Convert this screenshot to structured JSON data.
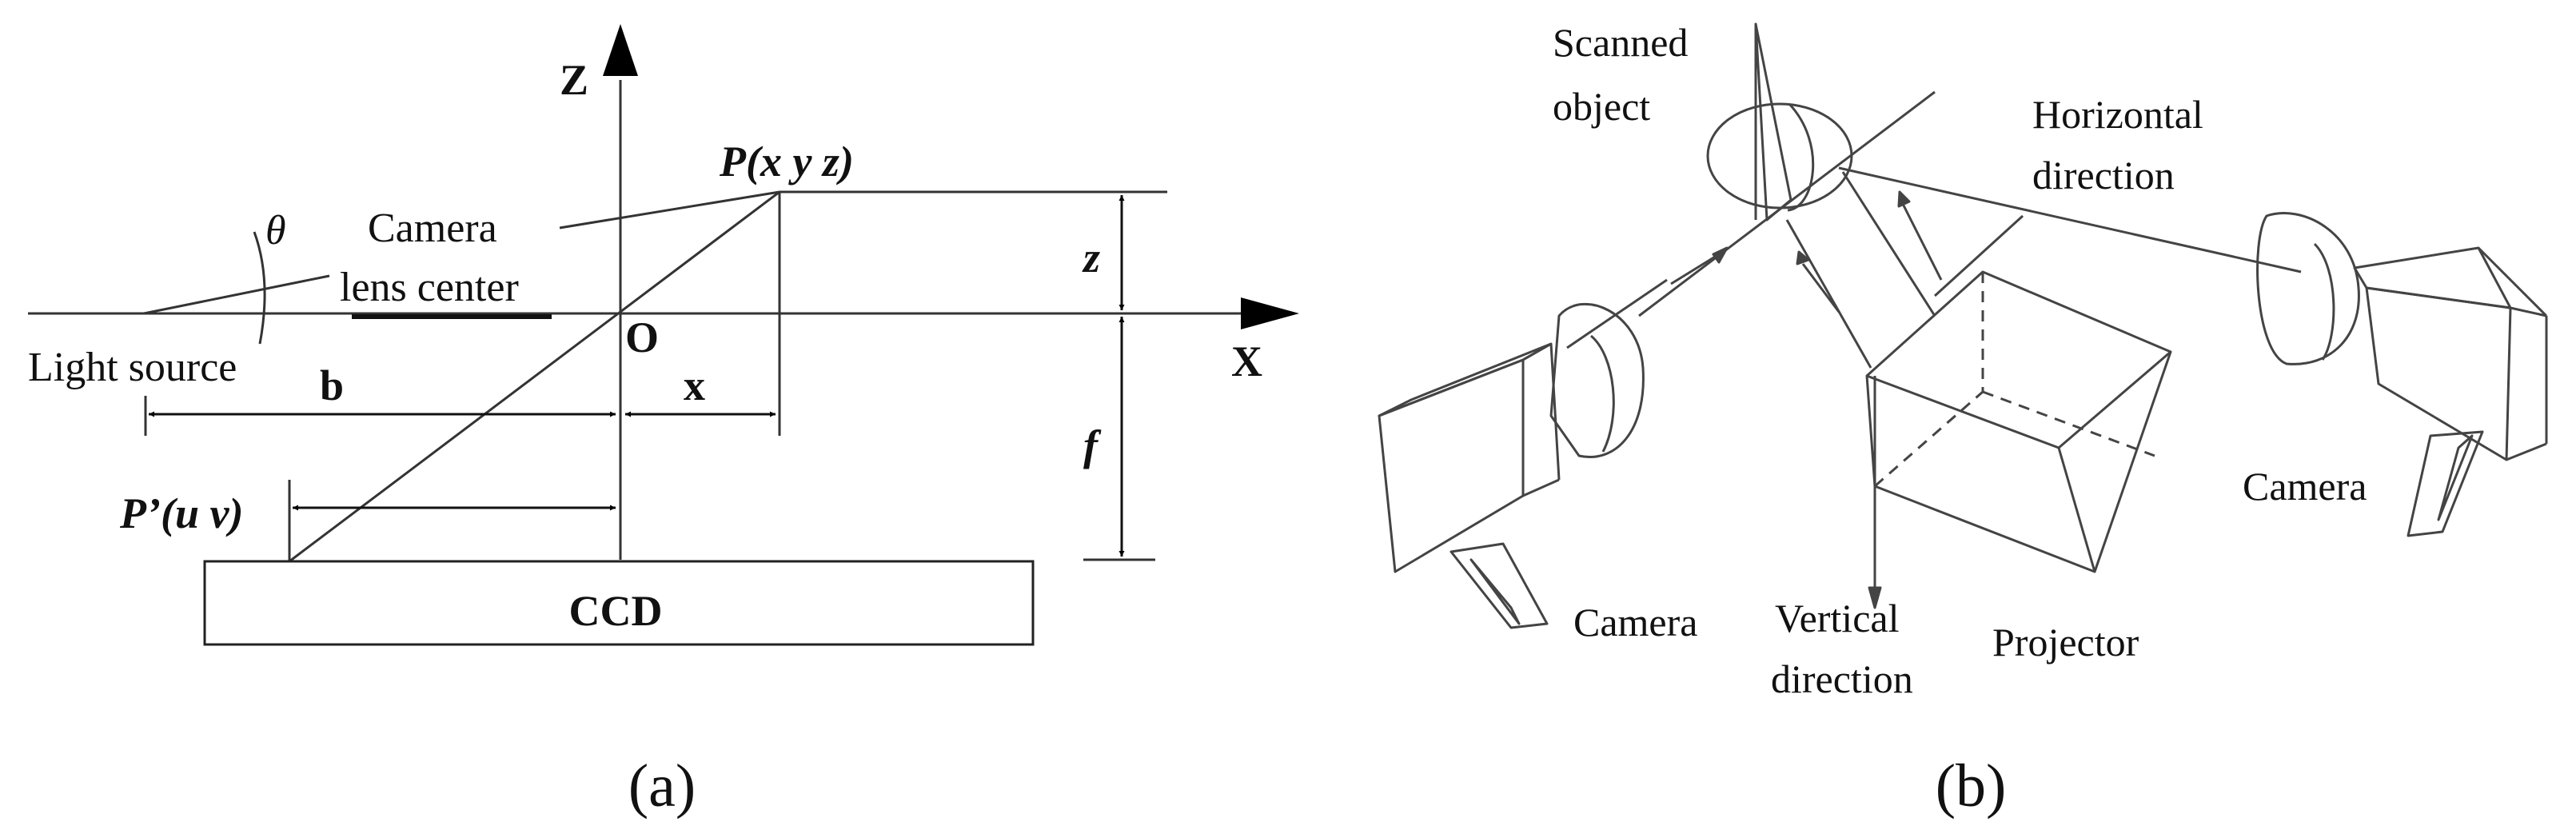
{
  "panel_a": {
    "axis_z": "Z",
    "axis_x": "X",
    "origin": "O",
    "point_p": "P(x y z)",
    "point_p_prime": "P’(u v)",
    "camera_lens_line1": "Camera",
    "camera_lens_line2": "lens center",
    "theta": "θ",
    "light_source": "Light source",
    "dim_b": "b",
    "dim_x": "x",
    "dim_z": "z",
    "dim_f": "f",
    "ccd": "CCD",
    "caption": "(a)"
  },
  "panel_b": {
    "scanned_object_line1": "Scanned",
    "scanned_object_line2": "object",
    "horizontal_line1": "Horizontal",
    "horizontal_line2": "direction",
    "camera_right": "Camera",
    "camera_left": "Camera",
    "vertical_line1": "Vertical",
    "vertical_line2": "direction",
    "projector": "Projector",
    "caption": "(b)"
  }
}
